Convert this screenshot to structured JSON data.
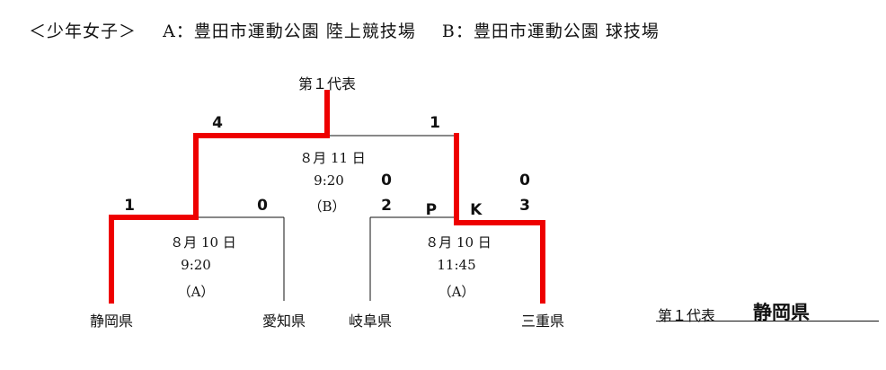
{
  "header": {
    "category": "＜少年女子＞",
    "venue_a": "A：豊田市運動公園 陸上競技場",
    "venue_b": "B：豊田市運動公園 球技場"
  },
  "final": {
    "label": "第１代表",
    "date": "８月 11 日",
    "time": "9:20",
    "venue": "（B）",
    "score_left": "4",
    "score_right": "1"
  },
  "semi_left": {
    "date": "８月 10 日",
    "time": "9:20",
    "venue": "（A）",
    "score_left": "1",
    "score_right": "0"
  },
  "semi_right": {
    "date": "８月 10 日",
    "time": "11:45",
    "venue": "（A）",
    "score_left_top": "0",
    "score_left": "2",
    "pk": "P　K",
    "score_right_top": "0",
    "score_right": "3"
  },
  "teams": [
    "静岡県",
    "愛知県",
    "岐阜県",
    "三重県"
  ],
  "result": {
    "label": "第１代表",
    "team": "静岡県"
  },
  "colors": {
    "winner_line": "#ee0000",
    "normal_line": "#111111"
  }
}
